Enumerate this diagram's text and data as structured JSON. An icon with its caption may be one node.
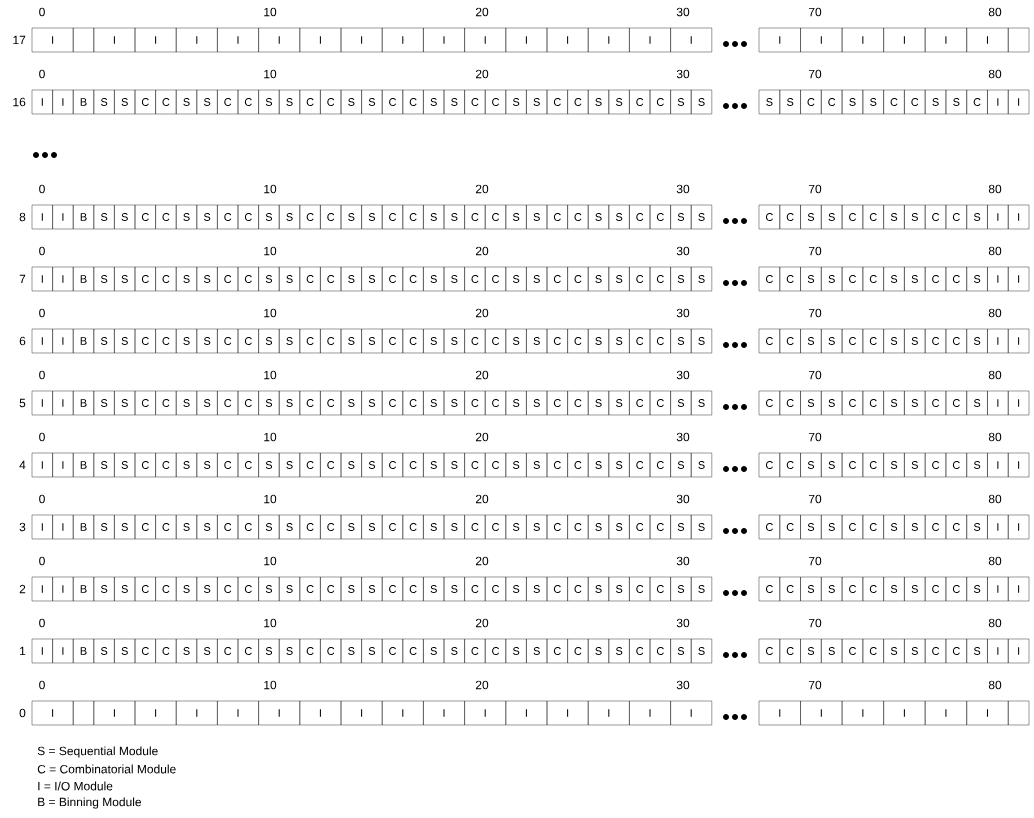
{
  "diagram": {
    "nodes": [
      {
        "text": [
          "I"
        ]
      },
      {
        "text": [],
        "shape": "box"
      },
      {
        "text": [
          "I"
        ]
      },
      {
        "text": [
          "I"
        ]
      },
      {
        "text": [
          "I"
        ]
      },
      {
        "text": [
          "I"
        ]
      },
      {
        "text": [
          "I"
        ]
      },
      {
        "text": [
          "I"
        ]
      },
      {
        "text": [
          "I"
        ]
      },
      {
        "text": [
          "I"
        ]
      },
      {
        "text": [
          "I"
        ]
      },
      {
        "text": [
          "I"
        ]
      },
      {
        "text": [
          "I"
        ]
      },
      {
        "text": [
          "I"
        ]
      },
      {
        "text": [
          "I"
        ]
      },
      {
        "text": [
          "I"
        ]
      },
      {
        "text": [
          "I"
        ]
      },
      {
        "text": [
          "I"
        ]
      },
      {
        "text": [
          "I"
        ]
      },
      {
        "text": [
          "I"
        ]
      },
      {
        "text": [
          "I"
        ]
      },
      {
        "text": [
          "I"
        ]
      },
      {
        "text": [
          "I"
        ]
      },
      {
        "text": [],
        "shape": "box"
      },
      {
        "text": [
          "I"
        ]
      },
      {
        "text": [
          "I"
        ]
      },
      {
        "text": [
          "B"
        ]
      },
      {
        "text": [
          "S"
        ]
      },
      {
        "text": [
          "S"
        ]
      },
      {
        "text": [
          "C"
        ]
      },
      {
        "text": [
          "C"
        ]
      },
      {
        "text": [
          "S"
        ]
      },
      {
        "text": [
          "S"
        ]
      },
      {
        "text": [
          "C"
        ]
      },
      {
        "text": [
          "C"
        ]
      },
      {
        "text": [
          "S"
        ]
      },
      {
        "text": [
          "S"
        ]
      },
      {
        "text": [
          "C"
        ]
      },
      {
        "text": [
          "C"
        ]
      },
      {
        "text": [
          "S"
        ]
      },
      {
        "text": [
          "S"
        ]
      },
      {
        "text": [
          "C"
        ]
      },
      {
        "text": [
          "C"
        ]
      },
      {
        "text": [
          "S"
        ]
      },
      {
        "text": [
          "S"
        ]
      },
      {
        "text": [
          "C"
        ]
      },
      {
        "text": [
          "C"
        ]
      },
      {
        "text": [
          "S"
        ]
      },
      {
        "text": [
          "S"
        ]
      },
      {
        "text": [
          "C"
        ]
      },
      {
        "text": [
          "C"
        ]
      },
      {
        "text": [
          "S"
        ]
      },
      {
        "text": [
          "S"
        ]
      },
      {
        "text": [
          "C"
        ]
      },
      {
        "text": [
          "C"
        ]
      },
      {
        "text": [
          "S"
        ]
      },
      {
        "text": [
          "S"
        ]
      },
      {
        "text": [
          "S"
        ]
      },
      {
        "text": [
          "S"
        ]
      },
      {
        "text": [
          "C"
        ]
      },
      {
        "text": [
          "C"
        ]
      },
      {
        "text": [
          "S"
        ]
      },
      {
        "text": [
          "S"
        ]
      },
      {
        "text": [
          "C"
        ]
      },
      {
        "text": [
          "C"
        ]
      },
      {
        "text": [
          "S"
        ]
      },
      {
        "text": [
          "S"
        ]
      },
      {
        "text": [
          "C"
        ]
      },
      {
        "text": [
          "I"
        ]
      },
      {
        "text": [
          "I"
        ]
      },
      {
        "text": [
          "I"
        ]
      },
      {
        "text": [
          "I"
        ]
      },
      {
        "text": [
          "B"
        ]
      },
      {
        "text": [
          "S"
        ]
      },
      {
        "text": [
          "S"
        ]
      },
      {
        "text": [
          "C"
        ]
      },
      {
        "text": [
          "C"
        ]
      },
      {
        "text": [
          "S"
        ]
      },
      {
        "text": [
          "S"
        ]
      },
      {
        "text": [
          "C"
        ]
      },
      {
        "text": [
          "C"
        ]
      },
      {
        "text": [
          "S"
        ]
      },
      {
        "text": [
          "S"
        ]
      },
      {
        "text": [
          "C"
        ]
      },
      {
        "text": [
          "C"
        ]
      },
      {
        "text": [
          "S"
        ]
      },
      {
        "text": [
          "S"
        ]
      },
      {
        "text": [
          "C"
        ]
      },
      {
        "text": [
          "C"
        ]
      },
      {
        "text": [
          "S"
        ]
      },
      {
        "text": [
          "S"
        ]
      },
      {
        "text": [
          "C"
        ]
      },
      {
        "text": [
          "C"
        ]
      },
      {
        "text": [
          "S"
        ]
      },
      {
        "text": [
          "S"
        ]
      },
      {
        "text": [
          "C"
        ]
      },
      {
        "text": [
          "C"
        ]
      },
      {
        "text": [
          "S"
        ]
      },
      {
        "text": [
          "S"
        ]
      },
      {
        "text": [
          "C"
        ]
      },
      {
        "text": [
          "C"
        ]
      },
      {
        "text": [
          "S"
        ]
      },
      {
        "text": [
          "S"
        ]
      },
      {
        "text": [
          "C"
        ]
      },
      {
        "text": [
          "C"
        ]
      },
      {
        "text": [
          "S"
        ]
      },
      {
        "text": [
          "S"
        ]
      },
      {
        "text": [
          "C"
        ]
      },
      {
        "text": [
          "C"
        ]
      },
      {
        "text": [
          "S"
        ]
      },
      {
        "text": [
          "S"
        ]
      },
      {
        "text": [
          "C"
        ]
      },
      {
        "text": [
          "C"
        ]
      },
      {
        "text": [
          "S"
        ]
      },
      {
        "text": [
          "I"
        ]
      },
      {
        "text": [
          "I"
        ]
      },
      {
        "text": [
          "I"
        ]
      },
      {
        "text": [
          "I"
        ]
      },
      {
        "text": [
          "B"
        ]
      },
      {
        "text": [
          "S"
        ]
      },
      {
        "text": [
          "S"
        ]
      },
      {
        "text": [
          "C"
        ]
      },
      {
        "text": [
          "C"
        ]
      },
      {
        "text": [
          "S"
        ]
      },
      {
        "text": [
          "S"
        ]
      },
      {
        "text": [
          "C"
        ]
      },
      {
        "text": [
          "C"
        ]
      },
      {
        "text": [
          "S"
        ]
      },
      {
        "text": [
          "S"
        ]
      },
      {
        "text": [
          "C"
        ]
      },
      {
        "text": [
          "C"
        ]
      },
      {
        "text": [
          "S"
        ]
      },
      {
        "text": [
          "S"
        ]
      },
      {
        "text": [
          "C"
        ]
      },
      {
        "text": [
          "C"
        ]
      },
      {
        "text": [
          "S"
        ]
      },
      {
        "text": [
          "S"
        ]
      },
      {
        "text": [
          "C"
        ]
      },
      {
        "text": [
          "C"
        ]
      },
      {
        "text": [
          "S"
        ]
      },
      {
        "text": [
          "S"
        ]
      },
      {
        "text": [
          "C"
        ]
      },
      {
        "text": [
          "C"
        ]
      },
      {
        "text": [
          "S"
        ]
      },
      {
        "text": [
          "S"
        ]
      },
      {
        "text": [
          "C"
        ]
      },
      {
        "text": [
          "C"
        ]
      },
      {
        "text": [
          "S"
        ]
      },
      {
        "text": [
          "S"
        ]
      },
      {
        "text": [
          "C"
        ]
      },
      {
        "text": [
          "C"
        ]
      },
      {
        "text": [
          "S"
        ]
      },
      {
        "text": [
          "S"
        ]
      },
      {
        "text": [
          "C"
        ]
      },
      {
        "text": [
          "C"
        ]
      },
      {
        "text": [
          "S"
        ]
      },
      {
        "text": [
          "S"
        ]
      },
      {
        "text": [
          "C"
        ]
      },
      {
        "text": [
          "C"
        ]
      },
      {
        "text": [
          "S"
        ]
      },
      {
        "text": [
          "I"
        ]
      },
      {
        "text": [
          "I"
        ]
      },
      {
        "text": [
          "I"
        ]
      },
      {
        "text": [
          "I"
        ]
      },
      {
        "text": [
          "B"
        ]
      },
      {
        "text": [
          "S"
        ]
      },
      {
        "text": [
          "S"
        ]
      },
      {
        "text": [
          "C"
        ]
      },
      {
        "text": [
          "C"
        ]
      },
      {
        "text": [
          "S"
        ]
      },
      {
        "text": [
          "S"
        ]
      },
      {
        "text": [
          "C"
        ]
      },
      {
        "text": [
          "C"
        ]
      },
      {
        "text": [
          "S"
        ]
      },
      {
        "text": [
          "S"
        ]
      },
      {
        "text": [
          "C"
        ]
      },
      {
        "text": [
          "C"
        ]
      },
      {
        "text": [
          "S"
        ]
      },
      {
        "text": [
          "S"
        ]
      },
      {
        "text": [
          "C"
        ]
      },
      {
        "text": [
          "C"
        ]
      },
      {
        "text": [
          "S"
        ]
      },
      {
        "text": [
          "S"
        ]
      },
      {
        "text": [
          "C"
        ]
      },
      {
        "text": [
          "C"
        ]
      },
      {
        "text": [
          "S"
        ]
      },
      {
        "text": [
          "S"
        ]
      },
      {
        "text": [
          "C"
        ]
      },
      {
        "text": [
          "C"
        ]
      },
      {
        "text": [
          "S"
        ]
      },
      {
        "text": [
          "S"
        ]
      },
      {
        "text": [
          "C"
        ]
      },
      {
        "text": [
          "C"
        ]
      },
      {
        "text": [
          "S"
        ]
      },
      {
        "text": [
          "S"
        ]
      },
      {
        "text": [
          "C"
        ]
      },
      {
        "text": [
          "C"
        ]
      },
      {
        "text": [
          "S"
        ]
      },
      {
        "text": [
          "S"
        ]
      },
      {
        "text": [
          "C"
        ]
      },
      {
        "text": [
          "C"
        ]
      },
      {
        "text": [
          "S"
        ]
      },
      {
        "text": [
          "S"
        ]
      },
      {
        "text": [
          "C"
        ]
      },
      {
        "text": [
          "C"
        ]
      },
      {
        "text": [
          "S"
        ]
      },
      {
        "text": [
          "I"
        ]
      },
      {
        "text": [
          "I"
        ]
      },
      {
        "text": [
          "I"
        ]
      },
      {
        "text": [
          "I"
        ]
      },
      {
        "text": [
          "B"
        ]
      },
      {
        "text": [
          "S"
        ]
      },
      {
        "text": [
          "S"
        ]
      },
      {
        "text": [
          "C"
        ]
      },
      {
        "text": [
          "C"
        ]
      },
      {
        "text": [
          "S"
        ]
      },
      {
        "text": [
          "S"
        ]
      },
      {
        "text": [
          "C"
        ]
      },
      {
        "text": [
          "C"
        ]
      },
      {
        "text": [
          "S"
        ]
      },
      {
        "text": [
          "S"
        ]
      },
      {
        "text": [
          "C"
        ]
      },
      {
        "text": [
          "C"
        ]
      },
      {
        "text": [
          "S"
        ]
      },
      {
        "text": [
          "S"
        ]
      },
      {
        "text": [
          "C"
        ]
      },
      {
        "text": [
          "C"
        ]
      },
      {
        "text": [
          "S"
        ]
      },
      {
        "text": [
          "S"
        ]
      },
      {
        "text": [
          "C"
        ]
      },
      {
        "text": [
          "C"
        ]
      },
      {
        "text": [
          "S"
        ]
      },
      {
        "text": [
          "S"
        ]
      },
      {
        "text": [
          "C"
        ]
      },
      {
        "text": [
          "C"
        ]
      },
      {
        "text": [
          "S"
        ]
      },
      {
        "text": [
          "S"
        ]
      },
      {
        "text": [
          "C"
        ]
      },
      {
        "text": [
          "C"
        ]
      },
      {
        "text": [
          "S"
        ]
      },
      {
        "text": [
          "S"
        ]
      },
      {
        "text": [
          "C"
        ]
      },
      {
        "text": [
          "C"
        ]
      },
      {
        "text": [
          "S"
        ]
      },
      {
        "text": [
          "S"
        ]
      },
      {
        "text": [
          "C"
        ]
      },
      {
        "text": [
          "C"
        ]
      },
      {
        "text": [
          "S"
        ]
      },
      {
        "text": [
          "S"
        ]
      },
      {
        "text": [
          "C"
        ]
      },
      {
        "text": [
          "C"
        ]
      },
      {
        "text": [
          "S"
        ]
      },
      {
        "text": [
          "I"
        ]
      },
      {
        "text": [
          "I"
        ]
      },
      {
        "text": [
          "I"
        ]
      },
      {
        "text": [
          "I"
        ]
      },
      {
        "text": [
          "B"
        ]
      },
      {
        "text": [
          "S"
        ]
      },
      {
        "text": [
          "S"
        ]
      },
      {
        "text": [
          "C"
        ]
      },
      {
        "text": [
          "C"
        ]
      },
      {
        "text": [
          "S"
        ]
      },
      {
        "text": [
          "S"
        ]
      },
      {
        "text": [
          "C"
        ]
      },
      {
        "text": [
          "C"
        ]
      },
      {
        "text": [
          "S"
        ]
      },
      {
        "text": [
          "S"
        ]
      },
      {
        "text": [
          "C"
        ]
      },
      {
        "text": [
          "C"
        ]
      },
      {
        "text": [
          "S"
        ]
      },
      {
        "text": [
          "S"
        ]
      },
      {
        "text": [
          "C"
        ]
      },
      {
        "text": [
          "C"
        ]
      },
      {
        "text": [
          "S"
        ]
      },
      {
        "text": [
          "S"
        ]
      },
      {
        "text": [
          "C"
        ]
      },
      {
        "text": [
          "C"
        ]
      },
      {
        "text": [
          "S"
        ]
      },
      {
        "text": [
          "S"
        ]
      },
      {
        "text": [
          "C"
        ]
      },
      {
        "text": [
          "C"
        ]
      },
      {
        "text": [
          "S"
        ]
      },
      {
        "text": [
          "S"
        ]
      },
      {
        "text": [
          "C"
        ]
      },
      {
        "text": [
          "C"
        ]
      },
      {
        "text": [
          "S"
        ]
      },
      {
        "text": [
          "S"
        ]
      },
      {
        "text": [
          "C"
        ]
      },
      {
        "text": [
          "C"
        ]
      },
      {
        "text": [
          "S"
        ]
      },
      {
        "text": [
          "S"
        ]
      },
      {
        "text": [
          "C"
        ]
      },
      {
        "text": [
          "C"
        ]
      },
      {
        "text": [
          "S"
        ]
      },
      {
        "text": [
          "S"
        ]
      },
      {
        "text": [
          "C"
        ]
      },
      {
        "text": [
          "C"
        ]
      },
      {
        "text": [
          "S"
        ]
      },
      {
        "text": [
          "I"
        ]
      },
      {
        "text": [
          "I"
        ]
      },
      {
        "text": [
          "I"
        ]
      },
      {
        "text": [
          "I"
        ]
      },
      {
        "text": [
          "B"
        ]
      },
      {
        "text": [
          "S"
        ]
      },
      {
        "text": [
          "S"
        ]
      },
      {
        "text": [
          "C"
        ]
      },
      {
        "text": [
          "C"
        ]
      },
      {
        "text": [
          "S"
        ]
      },
      {
        "text": [
          "S"
        ]
      },
      {
        "text": [
          "C"
        ]
      },
      {
        "text": [
          "C"
        ]
      },
      {
        "text": [
          "S"
        ]
      },
      {
        "text": [
          "S"
        ]
      },
      {
        "text": [
          "C"
        ]
      },
      {
        "text": [
          "C"
        ]
      },
      {
        "text": [
          "S"
        ]
      },
      {
        "text": [
          "S"
        ]
      },
      {
        "text": [
          "C"
        ]
      },
      {
        "text": [
          "C"
        ]
      },
      {
        "text": [
          "S"
        ]
      },
      {
        "text": [
          "S"
        ]
      },
      {
        "text": [
          "C"
        ]
      },
      {
        "text": [
          "C"
        ]
      },
      {
        "text": [
          "S"
        ]
      },
      {
        "text": [
          "S"
        ]
      },
      {
        "text": [
          "C"
        ]
      },
      {
        "text": [
          "C"
        ]
      },
      {
        "text": [
          "S"
        ]
      },
      {
        "text": [
          "S"
        ]
      },
      {
        "text": [
          "C"
        ]
      },
      {
        "text": [
          "C"
        ]
      },
      {
        "text": [
          "S"
        ]
      },
      {
        "text": [
          "S"
        ]
      },
      {
        "text": [
          "C"
        ]
      },
      {
        "text": [
          "C"
        ]
      },
      {
        "text": [
          "S"
        ]
      },
      {
        "text": [
          "S"
        ]
      },
      {
        "text": [
          "C"
        ]
      },
      {
        "text": [
          "C"
        ]
      },
      {
        "text": [
          "S"
        ]
      },
      {
        "text": [
          "S"
        ]
      },
      {
        "text": [
          "C"
        ]
      },
      {
        "text": [
          "C"
        ]
      },
      {
        "text": [
          "S"
        ]
      },
      {
        "text": [
          "I"
        ]
      },
      {
        "text": [
          "I"
        ]
      },
      {
        "text": [
          "I"
        ]
      },
      {
        "text": [
          "I"
        ]
      },
      {
        "text": [
          "B"
        ]
      },
      {
        "text": [
          "S"
        ]
      },
      {
        "text": [
          "S"
        ]
      },
      {
        "text": [
          "C"
        ]
      },
      {
        "text": [
          "C"
        ]
      },
      {
        "text": [
          "S"
        ]
      },
      {
        "text": [
          "S"
        ]
      },
      {
        "text": [
          "C"
        ]
      },
      {
        "text": [
          "C"
        ]
      },
      {
        "text": [
          "S"
        ]
      },
      {
        "text": [
          "S"
        ]
      },
      {
        "text": [
          "C"
        ]
      },
      {
        "text": [
          "C"
        ]
      },
      {
        "text": [
          "S"
        ]
      },
      {
        "text": [
          "S"
        ]
      },
      {
        "text": [
          "C"
        ]
      },
      {
        "text": [
          "C"
        ]
      },
      {
        "text": [
          "S"
        ]
      },
      {
        "text": [
          "S"
        ]
      },
      {
        "text": [
          "C"
        ]
      },
      {
        "text": [
          "C"
        ]
      },
      {
        "text": [
          "S"
        ]
      },
      {
        "text": [
          "S"
        ]
      },
      {
        "text": [
          "C"
        ]
      },
      {
        "text": [
          "C"
        ]
      },
      {
        "text": [
          "S"
        ]
      },
      {
        "text": [
          "S"
        ]
      },
      {
        "text": [
          "C"
        ]
      },
      {
        "text": [
          "C"
        ]
      },
      {
        "text": [
          "S"
        ]
      },
      {
        "text": [
          "S"
        ]
      },
      {
        "text": [
          "C"
        ]
      },
      {
        "text": [
          "C"
        ]
      },
      {
        "text": [
          "S"
        ]
      },
      {
        "text": [
          "S"
        ]
      },
      {
        "text": [
          "C"
        ]
      },
      {
        "text": [
          "C"
        ]
      },
      {
        "text": [
          "S"
        ]
      },
      {
        "text": [
          "S"
        ]
      },
      {
        "text": [
          "C"
        ]
      },
      {
        "text": [
          "C"
        ]
      },
      {
        "text": [
          "S"
        ]
      },
      {
        "text": [
          "I"
        ]
      },
      {
        "text": [
          "I"
        ]
      },
      {
        "text": [
          "I"
        ]
      },
      {
        "text": [
          "I"
        ]
      },
      {
        "text": [
          "B"
        ]
      },
      {
        "text": [
          "S"
        ]
      },
      {
        "text": [
          "S"
        ]
      },
      {
        "text": [
          "C"
        ]
      },
      {
        "text": [
          "C"
        ]
      },
      {
        "text": [
          "S"
        ]
      },
      {
        "text": [
          "S"
        ]
      },
      {
        "text": [
          "C"
        ]
      },
      {
        "text": [
          "C"
        ]
      },
      {
        "text": [
          "S"
        ]
      },
      {
        "text": [
          "S"
        ]
      },
      {
        "text": [
          "C"
        ]
      },
      {
        "text": [
          "C"
        ]
      },
      {
        "text": [
          "S"
        ]
      },
      {
        "text": [
          "S"
        ]
      },
      {
        "text": [
          "C"
        ]
      },
      {
        "text": [
          "C"
        ]
      },
      {
        "text": [
          "S"
        ]
      },
      {
        "text": [
          "S"
        ]
      },
      {
        "text": [
          "C"
        ]
      },
      {
        "text": [
          "C"
        ]
      },
      {
        "text": [
          "S"
        ]
      },
      {
        "text": [
          "S"
        ]
      },
      {
        "text": [
          "C"
        ]
      },
      {
        "text": [
          "C"
        ]
      },
      {
        "text": [
          "S"
        ]
      },
      {
        "text": [
          "S"
        ]
      },
      {
        "text": [
          "C"
        ]
      },
      {
        "text": [
          "C"
        ]
      },
      {
        "text": [
          "S"
        ]
      },
      {
        "text": [
          "S"
        ]
      },
      {
        "text": [
          "C"
        ]
      },
      {
        "text": [
          "C"
        ]
      },
      {
        "text": [
          "S"
        ]
      },
      {
        "text": [
          "S"
        ]
      },
      {
        "text": [
          "C"
        ]
      },
      {
        "text": [
          "C"
        ]
      },
      {
        "text": [
          "S"
        ]
      },
      {
        "text": [
          "S"
        ]
      },
      {
        "text": [
          "C"
        ]
      },
      {
        "text": [
          "C"
        ]
      },
      {
        "text": [
          "S"
        ]
      },
      {
        "text": [
          "I"
        ]
      },
      {
        "text": [
          "I"
        ]
      },
      {
        "text": [
          "I"
        ]
      },
      {
        "text": [],
        "shape": "box"
      },
      {
        "text": [
          "I"
        ]
      },
      {
        "text": [
          "I"
        ]
      },
      {
        "text": [
          "I"
        ]
      },
      {
        "text": [
          "I"
        ]
      },
      {
        "text": [
          "I"
        ]
      },
      {
        "text": [
          "I"
        ]
      },
      {
        "text": [
          "I"
        ]
      },
      {
        "text": [
          "I"
        ]
      },
      {
        "text": [
          "I"
        ]
      },
      {
        "text": [
          "I"
        ]
      },
      {
        "text": [
          "I"
        ]
      },
      {
        "text": [
          "I"
        ]
      },
      {
        "text": [
          "I"
        ]
      },
      {
        "text": [
          "I"
        ]
      },
      {
        "text": [
          "I"
        ]
      },
      {
        "text": [
          "I"
        ]
      },
      {
        "text": [
          "I"
        ]
      },
      {
        "text": [
          "I"
        ]
      },
      {
        "text": [
          "I"
        ]
      },
      {
        "text": [
          "I"
        ]
      },
      {
        "text": [
          "I"
        ]
      },
      {
        "text": [],
        "shape": "box"
      }
    ],
    "labels": [
      "0",
      "10",
      "20",
      "30",
      "70",
      "80",
      "17",
      "0",
      "10",
      "20",
      "30",
      "70",
      "80",
      "16",
      "0",
      "10",
      "20",
      "30",
      "70",
      "80",
      "8",
      "0",
      "10",
      "20",
      "30",
      "70",
      "80",
      "7",
      "0",
      "10",
      "20",
      "30",
      "70",
      "80",
      "6",
      "0",
      "10",
      "20",
      "30",
      "70",
      "80",
      "5",
      "0",
      "10",
      "20",
      "30",
      "70",
      "80",
      "4",
      "0",
      "10",
      "20",
      "30",
      "70",
      "80",
      "3",
      "0",
      "10",
      "20",
      "30",
      "70",
      "80",
      "2",
      "0",
      "10",
      "20",
      "30",
      "70",
      "80",
      "1",
      "0",
      "10",
      "20",
      "30",
      "70",
      "80",
      "0",
      "S = Sequential Module",
      "C = Combinatorial Module",
      "I = I/O Module",
      "B = Binning Module"
    ]
  }
}
